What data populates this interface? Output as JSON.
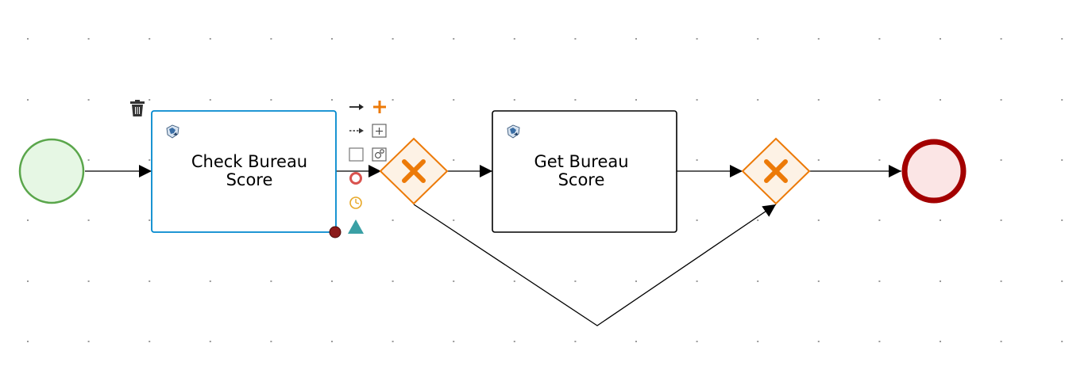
{
  "nodes": {
    "start_event": {
      "kind": "start-event"
    },
    "task_check": {
      "label_line1": "Check Bureau",
      "label_line2": "Score",
      "icon": "business-rule-task-icon",
      "selected": true
    },
    "gateway_split": {
      "kind": "exclusive-gateway",
      "marker": "x-marker-icon"
    },
    "task_get": {
      "label_line1": "Get Bureau",
      "label_line2": "Score",
      "icon": "business-rule-task-icon"
    },
    "gateway_merge": {
      "kind": "exclusive-gateway",
      "marker": "x-marker-icon"
    },
    "end_event": {
      "kind": "end-event"
    }
  },
  "toolbox": {
    "delete": "trash-icon",
    "items": [
      "sequence-flow-icon",
      "add-gateway-icon",
      "association-icon",
      "add-subprocess-icon",
      "add-task-icon",
      "add-reusable-subprocess-icon",
      "add-end-event-icon",
      "add-timer-event-icon",
      "add-annotation-icon"
    ]
  },
  "colors": {
    "start_stroke": "#5aa64b",
    "start_fill": "#e6f7e4",
    "end_stroke": "#a30000",
    "end_fill": "#fbe5e5",
    "gateway_stroke": "#ec7a08",
    "gateway_fill": "#fdf2e5",
    "selection": "#0088ce",
    "connector_handle": "#8b1a1a"
  }
}
